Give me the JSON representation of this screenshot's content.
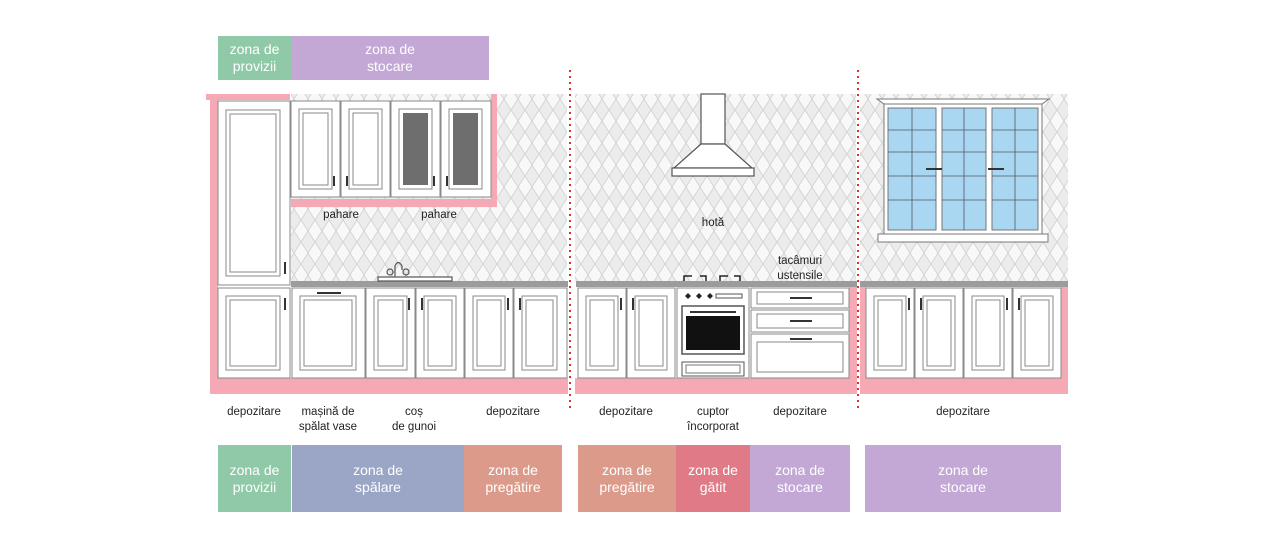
{
  "top_zones": [
    {
      "line1": "zona de",
      "line2": "provizii",
      "color": "#8fc9a7"
    },
    {
      "line1": "zona de",
      "line2": "stocare",
      "color": "#c3a8d6"
    }
  ],
  "upper_labels": {
    "glasses_left": "pahare",
    "glasses_right": "pahare",
    "hood": "hotă",
    "cutlery_line1": "tacâmuri",
    "cutlery_line2": "ustensile"
  },
  "appliance_labels": [
    {
      "line1": "depozitare",
      "line2": ""
    },
    {
      "line1": "mașină de",
      "line2": "spălat vase"
    },
    {
      "line1": "coș",
      "line2": "de gunoi"
    },
    {
      "line1": "depozitare",
      "line2": ""
    },
    {
      "line1": "depozitare",
      "line2": ""
    },
    {
      "line1": "cuptor",
      "line2": "încorporat"
    },
    {
      "line1": "depozitare",
      "line2": ""
    },
    {
      "line1": "depozitare",
      "line2": ""
    }
  ],
  "bottom_zones": [
    {
      "line1": "zona de",
      "line2": "provizii",
      "color": "#8fc9a7"
    },
    {
      "line1": "zona de",
      "line2": "spălare",
      "color": "#9ba6c6"
    },
    {
      "line1": "zona de",
      "line2": "pregătire",
      "color": "#dc9b8a"
    },
    {
      "line1": "zona de",
      "line2": "pregătire",
      "color": "#dc9b8a"
    },
    {
      "line1": "zona de",
      "line2": "gătit",
      "color": "#e07a86"
    },
    {
      "line1": "zona de",
      "line2": "stocare",
      "color": "#c3a8d6"
    },
    {
      "line1": "zona de",
      "line2": "stocare",
      "color": "#c3a8d6"
    }
  ],
  "colors": {
    "highlight": "#f4a9b4",
    "divider": "#d9342b",
    "window_glass": "#a9d6f0",
    "countertop": "#9c9c9c"
  }
}
